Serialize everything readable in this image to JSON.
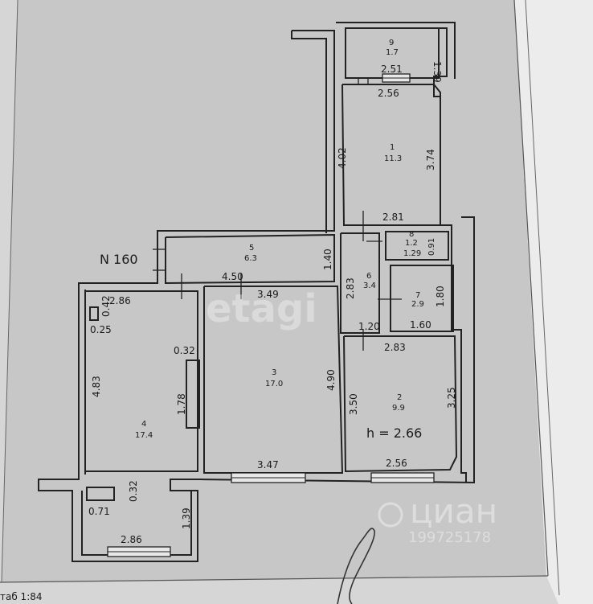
{
  "plan": {
    "scale_label": "таб 1:84",
    "apartment_number": "N 160",
    "ceiling_height": "h = 2.66",
    "rooms": [
      {
        "num": "1",
        "area": "11.3"
      },
      {
        "num": "2",
        "area": "9.9"
      },
      {
        "num": "3",
        "area": "17.0"
      },
      {
        "num": "4",
        "area": "17.4"
      },
      {
        "num": "5",
        "area": "6.3"
      },
      {
        "num": "6",
        "area": "3.4"
      },
      {
        "num": "7",
        "area": "2.9"
      },
      {
        "num": "8",
        "area": "1.2"
      },
      {
        "num": "9",
        "area": "1.7"
      }
    ],
    "dimensions": {
      "d139a": "1.39",
      "d251": "2.51",
      "d256a": "2.56",
      "d402": "4.02",
      "d374": "3.74",
      "d281": "2.81",
      "d140": "1.40",
      "d091": "0.91",
      "d129": "1.29",
      "d450": "4.50",
      "d349": "3.49",
      "d283a": "2.83",
      "d180": "1.80",
      "d160": "1.60",
      "d120": "1.20",
      "d283b": "2.83",
      "d286a": "2.86",
      "d042": "0.42",
      "d025": "0.25",
      "d032a": "0.32",
      "d483": "4.83",
      "d178": "1.78",
      "d490": "4.90",
      "d350": "3.50",
      "d325": "3.25",
      "d347": "3.47",
      "d256b": "2.56",
      "d032b": "0.32",
      "d071": "0.71",
      "d139b": "1.39",
      "d286b": "2.86"
    }
  },
  "watermarks": {
    "etagi": "etagi",
    "cian": "циан",
    "cian_id": "199725178"
  }
}
